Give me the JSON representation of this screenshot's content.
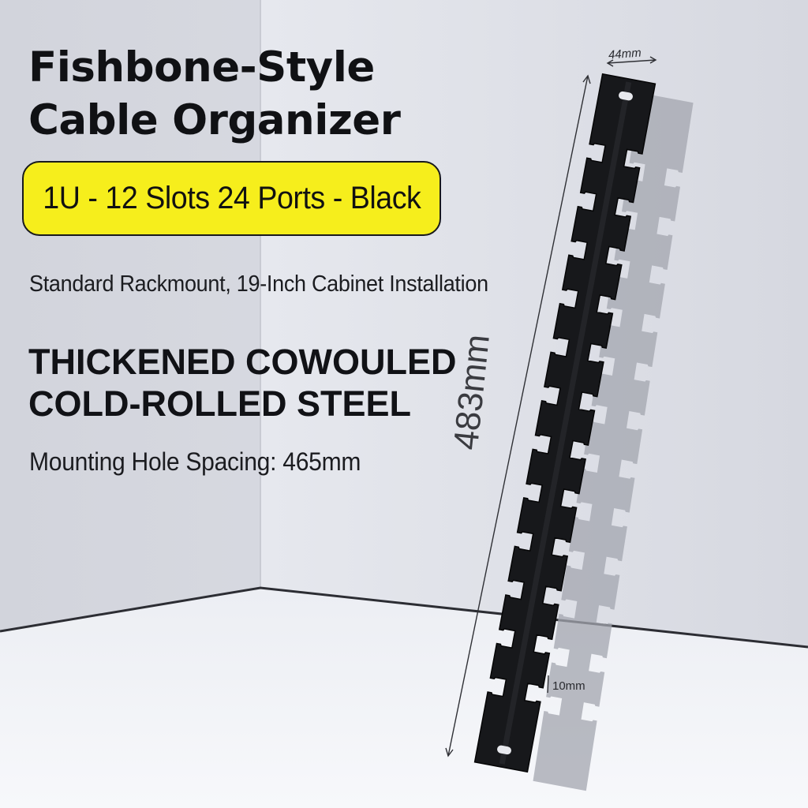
{
  "title": {
    "line1": "Fishbone-Style",
    "line2": "Cable Organizer"
  },
  "badge": {
    "label": "1U - 12 Slots 24 Ports - Black",
    "color": "#f6ee1c"
  },
  "subtitle": "Standard Rackmount, 19-Inch Cabinet Installation",
  "material": {
    "line1": "THICKENED COWOULED",
    "line2": "COLD-ROLLED STEEL"
  },
  "mounting": "Mounting Hole Spacing: 465mm",
  "dimensions": {
    "width": "44mm",
    "length": "483mm",
    "gap": "10mm"
  },
  "colors": {
    "wall": "#d9dbe2",
    "floor": "#f3f4f8",
    "steel": "#17181b"
  }
}
